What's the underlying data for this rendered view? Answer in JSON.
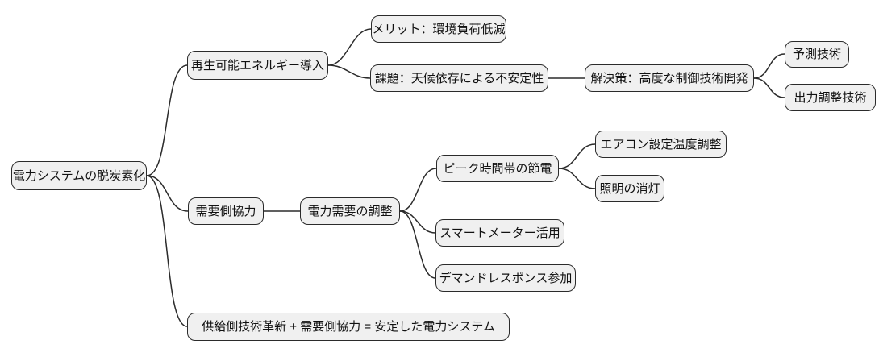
{
  "diagram": {
    "type": "mindmap",
    "background": "#ffffff",
    "root_label": "電力システムの脱炭素化"
  },
  "colors": {
    "node_fill": "#f0f0f0",
    "node_border": "#2b2b2b",
    "connector": "#2b2b2b",
    "text": "#111111",
    "background": "#ffffff"
  },
  "nodes": [
    {
      "id": "root",
      "label": "電力システムの脱炭素化"
    },
    {
      "id": "renewable",
      "label": "再生可能エネルギー導入"
    },
    {
      "id": "merit",
      "label": "メリット：環境負荷低減"
    },
    {
      "id": "challenge",
      "label": "課題：天候依存による不安定性"
    },
    {
      "id": "solution",
      "label": "解決策：高度な制御技術開発"
    },
    {
      "id": "forecast",
      "label": "予測技術"
    },
    {
      "id": "output",
      "label": "出力調整技術"
    },
    {
      "id": "demand",
      "label": "需要側協力"
    },
    {
      "id": "adjust",
      "label": "電力需要の調整"
    },
    {
      "id": "peak",
      "label": "ピーク時間帯の節電"
    },
    {
      "id": "aircon",
      "label": "エアコン設定温度調整"
    },
    {
      "id": "light",
      "label": "照明の消灯"
    },
    {
      "id": "smart",
      "label": "スマートメーター活用"
    },
    {
      "id": "dr",
      "label": "デマンドレスポンス参加"
    },
    {
      "id": "summary",
      "label": "供給側技術革新 + 需要側協力 = 安定した電力システム"
    }
  ],
  "edges": [
    {
      "from": "root",
      "to": "renewable"
    },
    {
      "from": "root",
      "to": "demand"
    },
    {
      "from": "root",
      "to": "summary"
    },
    {
      "from": "renewable",
      "to": "merit"
    },
    {
      "from": "renewable",
      "to": "challenge"
    },
    {
      "from": "challenge",
      "to": "solution"
    },
    {
      "from": "solution",
      "to": "forecast"
    },
    {
      "from": "solution",
      "to": "output"
    },
    {
      "from": "demand",
      "to": "adjust"
    },
    {
      "from": "adjust",
      "to": "peak"
    },
    {
      "from": "adjust",
      "to": "smart"
    },
    {
      "from": "adjust",
      "to": "dr"
    },
    {
      "from": "peak",
      "to": "aircon"
    },
    {
      "from": "peak",
      "to": "light"
    }
  ]
}
